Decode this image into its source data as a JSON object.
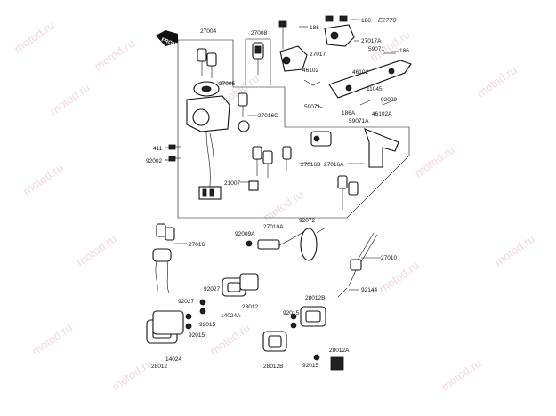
{
  "reference_code": "E2770",
  "watermark": "motod.ru",
  "front_label": "FRONT",
  "callouts": [
    {
      "id": "c27004",
      "text": "27004"
    },
    {
      "id": "c27008",
      "text": "27008"
    },
    {
      "id": "c186a",
      "text": "186"
    },
    {
      "id": "c186b",
      "text": "186"
    },
    {
      "id": "c27017a",
      "text": "27017A"
    },
    {
      "id": "c59071a",
      "text": "59071"
    },
    {
      "id": "c186c",
      "text": "186"
    },
    {
      "id": "c27017",
      "text": "27017"
    },
    {
      "id": "c27005",
      "text": "27005"
    },
    {
      "id": "c46102a",
      "text": "46102"
    },
    {
      "id": "c46102b",
      "text": "46102"
    },
    {
      "id": "c11045",
      "text": "11045"
    },
    {
      "id": "c59071b",
      "text": "59071"
    },
    {
      "id": "c186d",
      "text": "186A"
    },
    {
      "id": "c92009",
      "text": "92009"
    },
    {
      "id": "c27016c",
      "text": "27016C"
    },
    {
      "id": "c46102A",
      "text": "46102A"
    },
    {
      "id": "c59071A",
      "text": "59071A"
    },
    {
      "id": "c411",
      "text": "411"
    },
    {
      "id": "c92002",
      "text": "92002"
    },
    {
      "id": "c27016b",
      "text": "27016B"
    },
    {
      "id": "c27016a",
      "text": "27016A"
    },
    {
      "id": "c21007",
      "text": "21007"
    },
    {
      "id": "c92072",
      "text": "92072"
    },
    {
      "id": "c27010a",
      "text": "27010A"
    },
    {
      "id": "c92009a",
      "text": "92009A"
    },
    {
      "id": "c27016",
      "text": "27016"
    },
    {
      "id": "c27010",
      "text": "27010"
    },
    {
      "id": "c92027a",
      "text": "92027"
    },
    {
      "id": "c92027b",
      "text": "92027"
    },
    {
      "id": "c28012a",
      "text": "28012"
    },
    {
      "id": "c14024a",
      "text": "14024A"
    },
    {
      "id": "c28012b",
      "text": "28012B"
    },
    {
      "id": "c92144",
      "text": "92144"
    },
    {
      "id": "c92015a",
      "text": "92015"
    },
    {
      "id": "c92015b",
      "text": "92015"
    },
    {
      "id": "c92015c",
      "text": "92015"
    },
    {
      "id": "c14024",
      "text": "14024"
    },
    {
      "id": "c28012c",
      "text": "28012"
    },
    {
      "id": "c28012d",
      "text": "28012B"
    },
    {
      "id": "c28012e",
      "text": "28012A"
    },
    {
      "id": "c92015d",
      "text": "92015"
    }
  ]
}
